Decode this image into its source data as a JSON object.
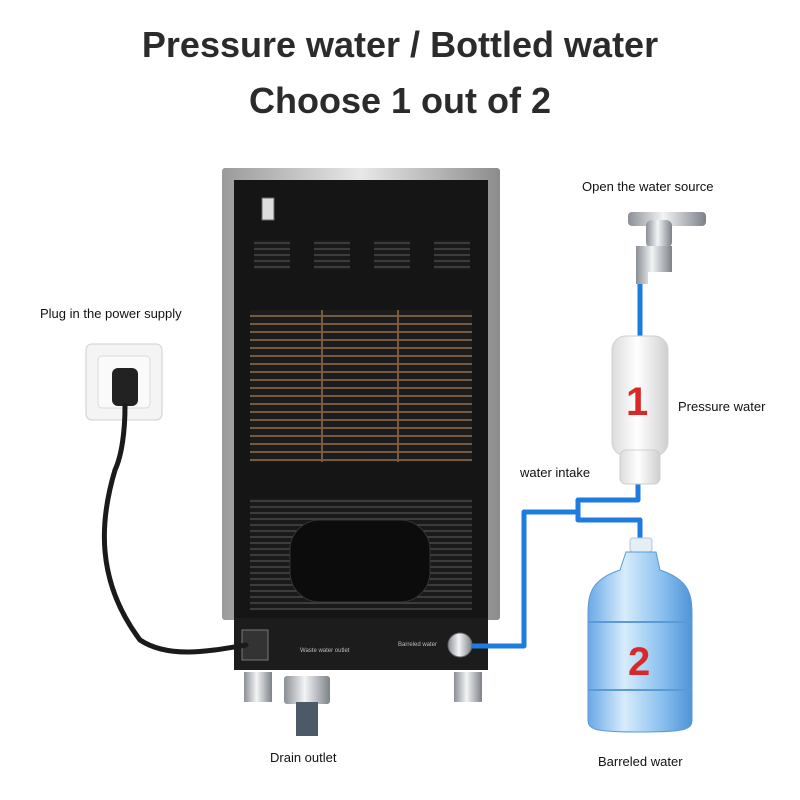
{
  "title": {
    "line1": "Pressure water / Bottled water",
    "line2": "Choose 1 out of 2"
  },
  "labels": {
    "power": "Plug in the power supply",
    "water_source": "Open the water source",
    "pressure_water": "Pressure water",
    "water_intake": "water intake",
    "drain_outlet": "Drain outlet",
    "barreled_water": "Barreled water",
    "panel_waste": "Waste water outlet",
    "panel_barreled": "Barreled water"
  },
  "numbers": {
    "filter": "1",
    "bottle": "2"
  },
  "colors": {
    "pipe": "#1e7be0",
    "number": "#d8282a",
    "machine": "#151515"
  }
}
